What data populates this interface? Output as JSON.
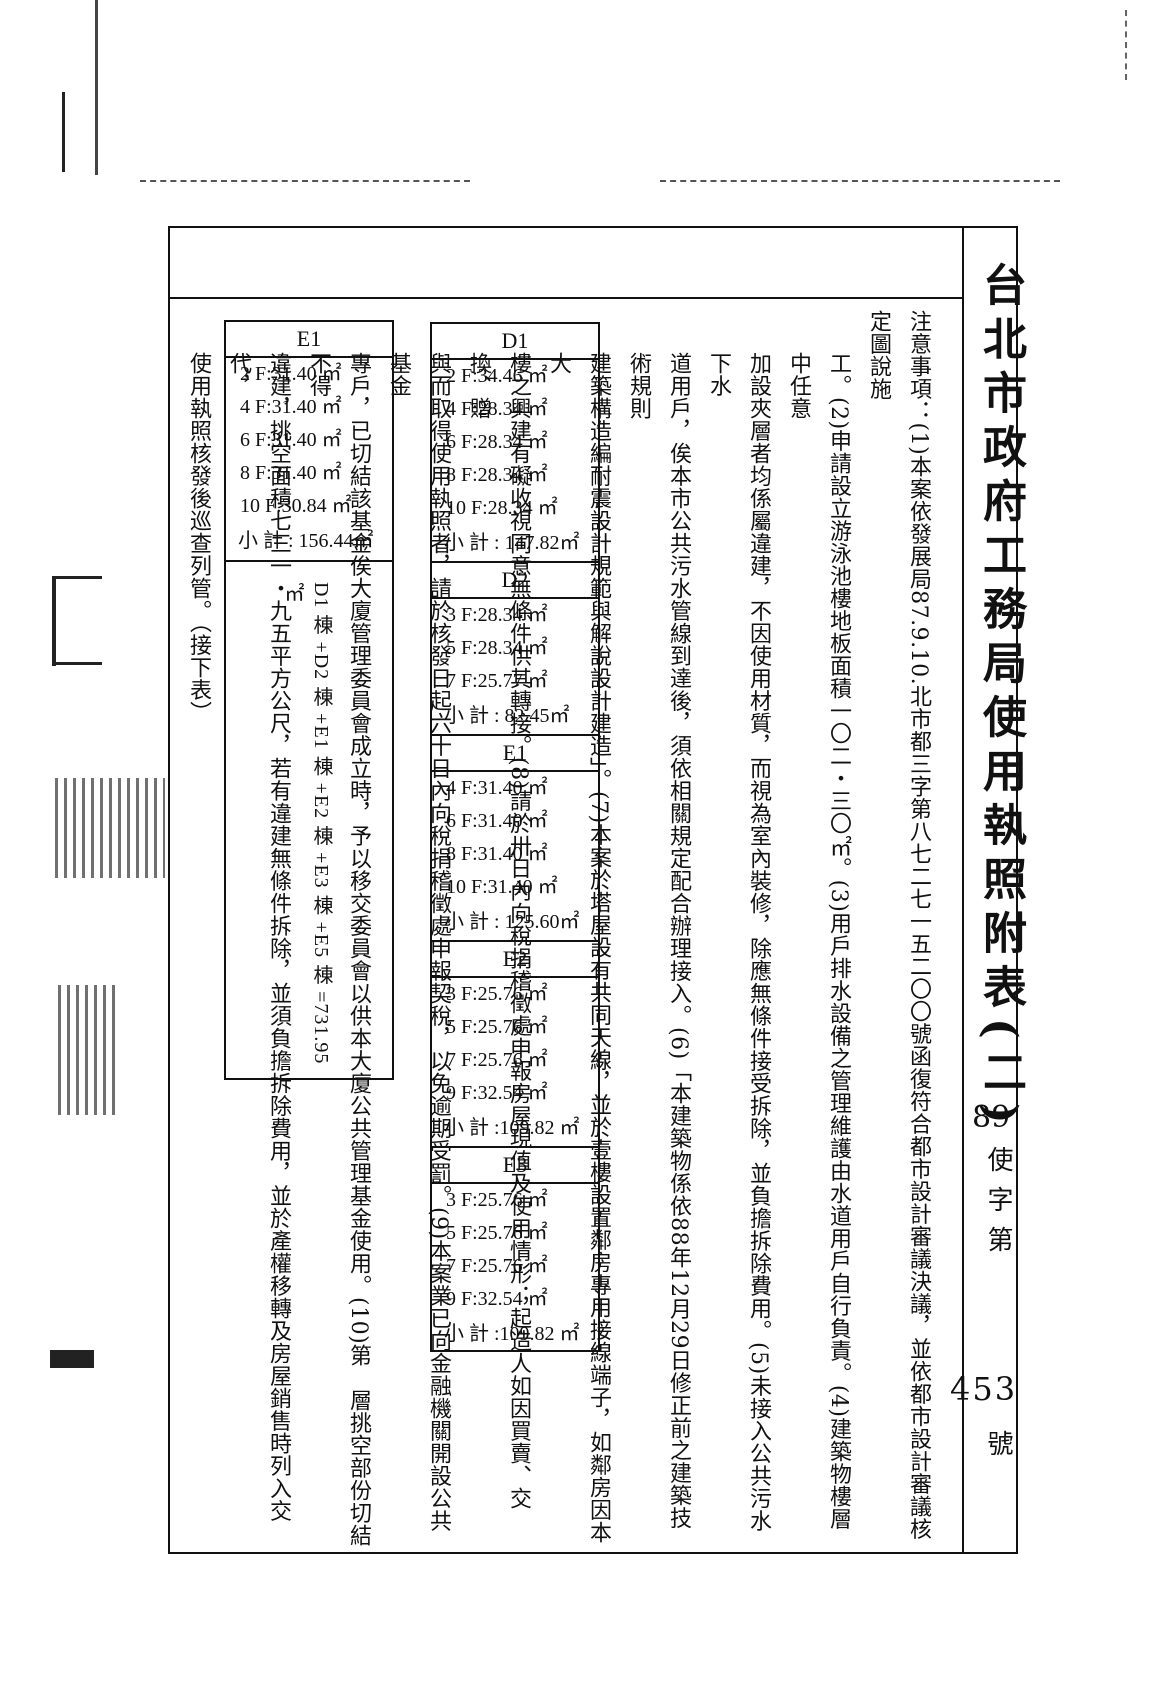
{
  "title": "台北市政府工務局使用執照附表(二)",
  "doc_number": {
    "prefix": "89",
    "char_shi": "使字第",
    "number": "453",
    "char_hao": "號"
  },
  "notes": [
    "注意事項：(1)本案依發展局87.9.10.北市都三字第八七二七一五二〇〇號函復符合都市設計審議決議，並依都市設計審議核定圖說施",
    "工。(2)申請設立游泳池樓地板面積一〇二・三〇㎡。(3)用戶排水設備之管理維護由水道用戶自行負責。(4)建築物樓層中任意",
    "加設夾層者均係屬違建，不因使用材質，而視為室內裝修，除應無條件接受拆除，並負擔拆除費用。(5)未接入公共污水下水",
    "道用戶，俟本市公共污水管線到達後，須依相關規定配合辦理接入。(6)「本建築物係依88年12月29日修正前之建築技術規則",
    "建築構造編耐震設計規範與解說設計建造」。(7)本案於塔屋設有共同天線，並於壹樓設置鄰房專用接線端子，如鄰房因本大",
    "樓之興建有礙收視同意無條件供其轉接。(8)請於卅日內向稅捐稽徵處申報房屋現值及使用情形；起造人如因買賣、交換、贈",
    "與而取得使用執照者，請於核發日起六十日內向稅捐稽徵處申報契稅，以免逾期受罰。(9)本案業已向金融機關開設公共基金",
    "專戶，已切結該基金俟大廈管理委員會成立時，予以移交委員會以供本大廈公共管理基金使用。(10)第　層挑空部份切結不得",
    "違建，挑空面積七三一・九五平方公尺，若有違建無條件拆除，並須負擔拆除費用，並於產權移轉及房屋銷售時列入交代，",
    "使用執照核發後巡查列管。（接下表）"
  ],
  "left_table": {
    "header": "E1",
    "rows": [
      "2  F:31.40 ㎡",
      "4  F:31.40 ㎡",
      "6  F:31.40 ㎡",
      "8  F:31.40 ㎡",
      "10 F:30.84 ㎡"
    ],
    "subtotal": "小 計  : 156.44㎡",
    "summary": "D1 棟 +D2 棟 +E1 棟 +E2 棟 +E3 棟 +E5 棟 =731.95 ㎡"
  },
  "right_table": [
    {
      "header": "D1",
      "rows": [
        "2  F:34.46 ㎡",
        "4  F:28.34 ㎡",
        "6  F:28.34 ㎡",
        "8  F:28.34 ㎡",
        "10 F:28.34 ㎡"
      ],
      "subtotal": "小 計  : 147.82㎡"
    },
    {
      "header": "D2",
      "rows": [
        "3  F:28.34 ㎡",
        "5  F:28.34 ㎡",
        "7  F:25.77 ㎡"
      ],
      "subtotal": "小 計  : 82.45㎡"
    },
    {
      "header": "E1",
      "rows": [
        "4  F:31.40 ㎡",
        "6  F:31.40 ㎡",
        "8  F:31.40 ㎡",
        "10 F:31.40 ㎡"
      ],
      "subtotal": "小 計  : 125.60㎡"
    },
    {
      "header": "E2",
      "rows": [
        "3  F:25.76 ㎡",
        "5  F:25.76 ㎡",
        "7  F:25.76 ㎡",
        "9  F:32.54 ㎡"
      ],
      "subtotal": "小  計 :109.82 ㎡"
    },
    {
      "header": "E3",
      "rows": [
        "3  F:25.76 ㎡",
        "5  F:25.76 ㎡",
        "7  F:25.76 ㎡",
        "9  F:32.54 ㎡"
      ],
      "subtotal": "小  計 :109.82 ㎡"
    }
  ]
}
